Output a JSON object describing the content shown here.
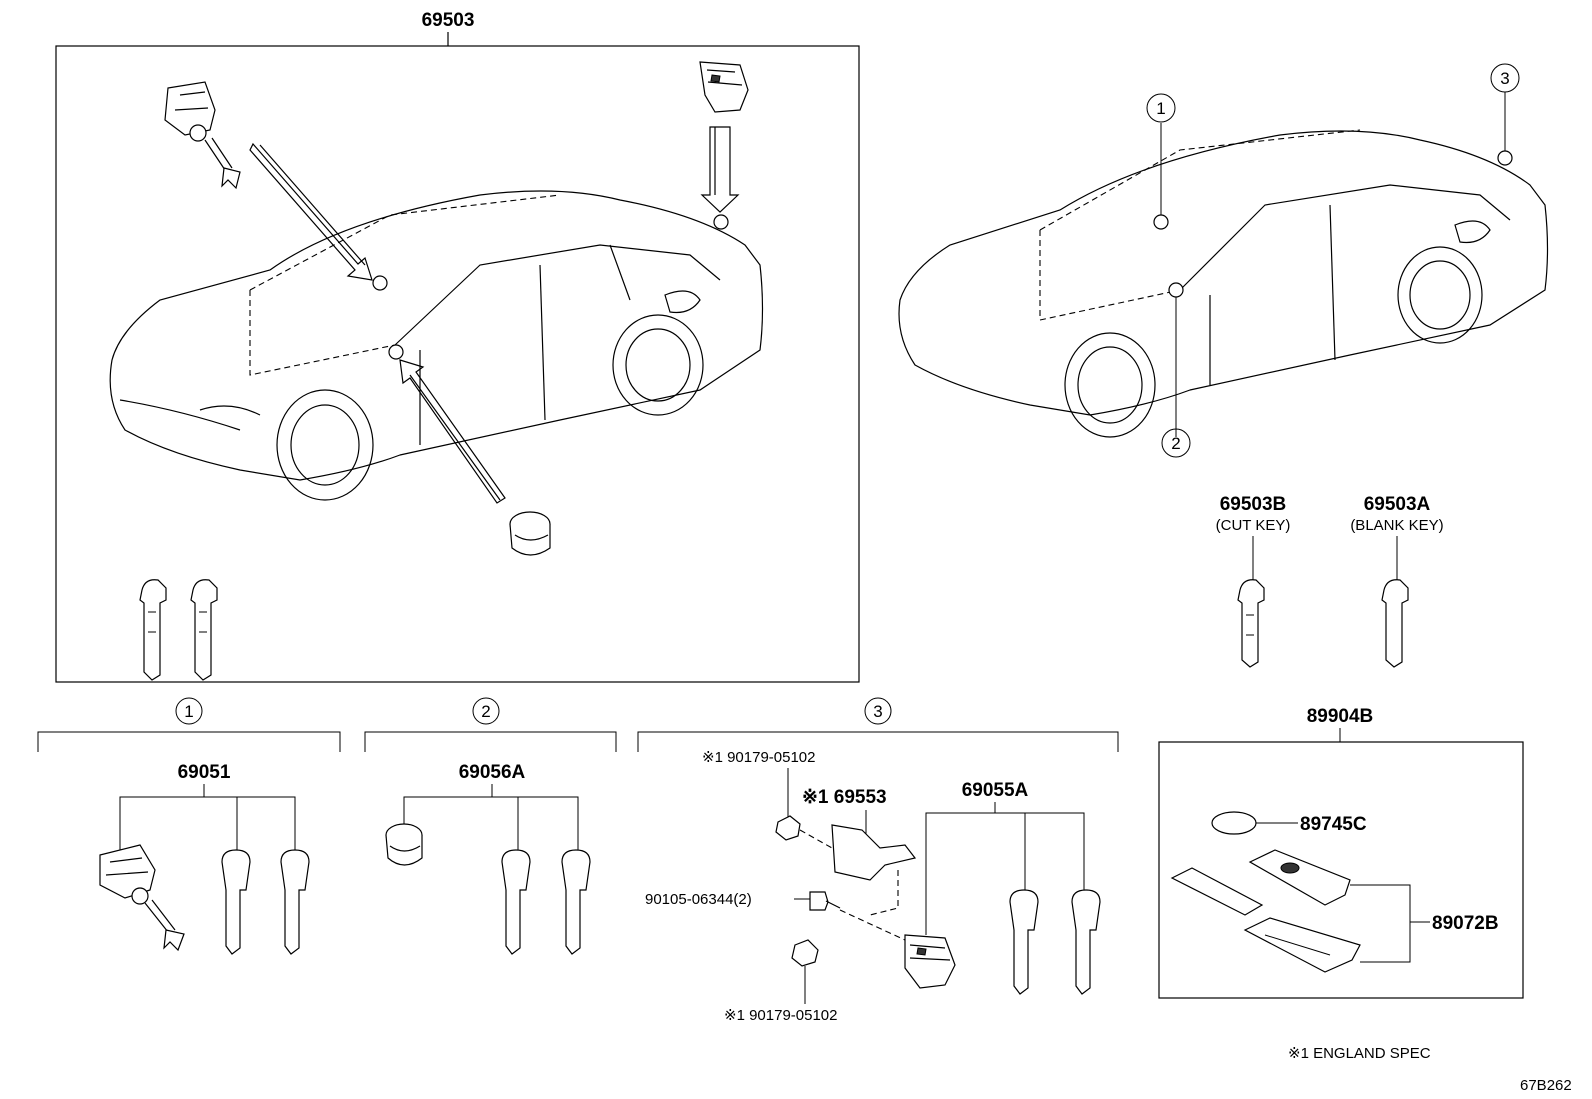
{
  "labels": {
    "main_assembly": "69503",
    "cut_key": "69503B",
    "cut_key_sub": "(CUT KEY)",
    "blank_key": "69503A",
    "blank_key_sub": "(BLANK KEY)",
    "group1_part": "69051",
    "group2_part": "69056A",
    "group3_part": "69055A",
    "group3_bracket": "※1 69553",
    "nut_top": "※1 90179-05102",
    "nut_bottom": "※1 90179-05102",
    "bolt": "90105-06344(2)",
    "smart_key_assy": "89904B",
    "battery": "89745C",
    "transmitter_case": "89072B",
    "footnote": "※1 ENGLAND SPEC",
    "diagram_code": "67B262"
  },
  "callouts": {
    "c1": "1",
    "c2": "2",
    "c3": "3",
    "g1": "1",
    "g2": "2",
    "g3": "3"
  }
}
